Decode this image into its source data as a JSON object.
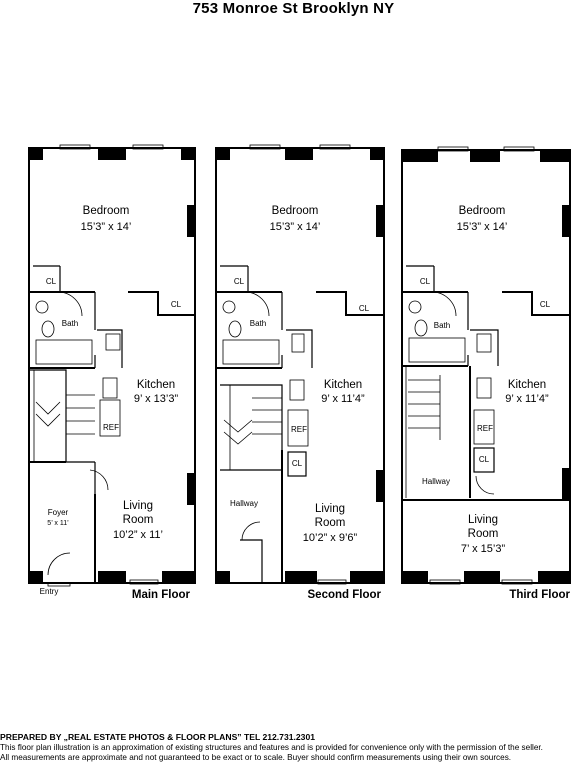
{
  "title": "753 Monroe St Brooklyn NY",
  "floors": [
    {
      "name": "Main Floor",
      "rooms": {
        "bedroom_label": "Bedroom",
        "bedroom_dim": "15’3” x 14’",
        "cl1": "CL",
        "cl2": "CL",
        "bath": "Bath",
        "kitchen_label": "Kitchen",
        "kitchen_dim": "9’ x 13’3”",
        "ref": "REF",
        "living_label1": "Living",
        "living_label2": "Room",
        "living_dim": "10’2” x 11’",
        "foyer_label": "Foyer",
        "foyer_dim": "5’ x 11’",
        "entry": "Entry"
      }
    },
    {
      "name": "Second Floor",
      "rooms": {
        "bedroom_label": "Bedroom",
        "bedroom_dim": "15’3” x 14’",
        "cl1": "CL",
        "cl2": "CL",
        "cl3": "CL",
        "bath": "Bath",
        "kitchen_label": "Kitchen",
        "kitchen_dim": "9’ x 11’4”",
        "ref": "REF",
        "hallway": "Hallway",
        "living_label1": "Living",
        "living_label2": "Room",
        "living_dim": "10’2” x 9’6”"
      }
    },
    {
      "name": "Third Floor",
      "rooms": {
        "bedroom_label": "Bedroom",
        "bedroom_dim": "15’3” x 14’",
        "cl1": "CL",
        "cl2": "CL",
        "cl3": "CL",
        "bath": "Bath",
        "kitchen_label": "Kitchen",
        "kitchen_dim": "9’ x 11’4”",
        "ref": "REF",
        "hallway": "Hallway",
        "living_label1": "Living",
        "living_label2": "Room",
        "living_dim": "7’ x 15’3”"
      }
    }
  ],
  "footer": {
    "prepared": "PREPARED BY „REAL ESTATE PHOTOS & FLOOR PLANS” TEL 212.731.2301",
    "line1": "This floor plan illustration is an approximation of existing structures and features and is provided for convenience only with the permission of the seller.",
    "line2": "All measurements are approximate and not guaranteed to be exact or to scale. Buyer should confirm measurements using their own sources."
  }
}
